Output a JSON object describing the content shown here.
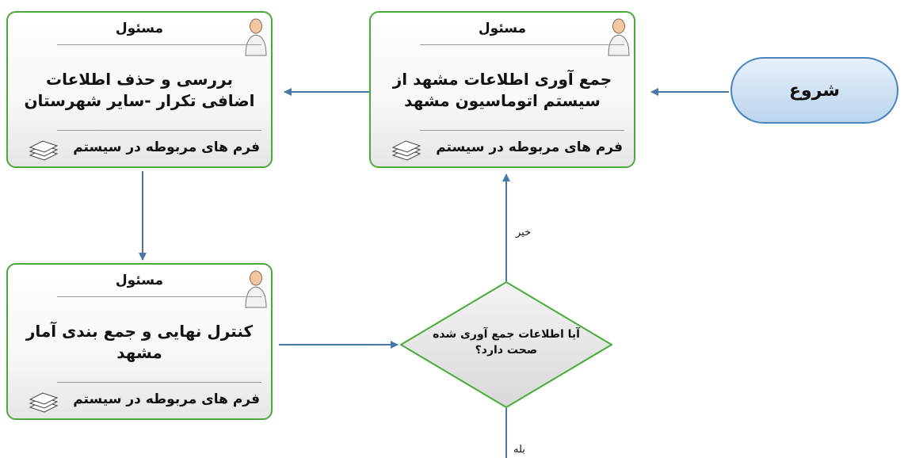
{
  "start": {
    "label": "شروع"
  },
  "tasks": [
    {
      "role": "مسئول",
      "title": "جمع آوری اطلاعات مشهد از سیستم اتوماسیون مشهد",
      "forms": "فرم های مربوطه در سیستم"
    },
    {
      "role": "مسئول",
      "title": "بررسی و حذف اطلاعات اضافی تکرار -سایر شهرستان",
      "forms": "فرم های مربوطه در سیستم"
    },
    {
      "role": "مسئول",
      "title": "کنترل نهایی و جمع بندی آمار مشهد",
      "forms": "فرم های مربوطه در سیستم"
    }
  ],
  "decision": {
    "question": "آیا اطلاعات جمع آوری شده صحت دارد؟",
    "no_label": "خیر",
    "yes_label": "بله"
  },
  "colors": {
    "task_border": "#4aaa3a",
    "arrow": "#4a78a8",
    "start_fill": "#cfe1f3",
    "start_border": "#4a84c0",
    "decision_border": "#4aaa3a"
  },
  "icons": {
    "role": "person-icon",
    "forms": "documents-icon"
  }
}
